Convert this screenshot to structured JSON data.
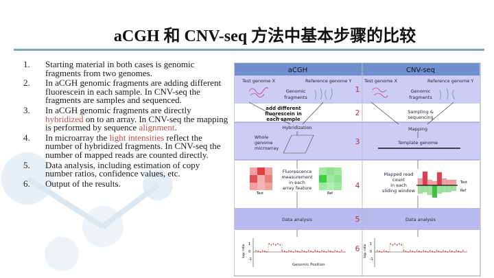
{
  "title": "aCGH 和 CNV-seq 方法中基本步骤的比较",
  "list": [
    {
      "num": "1.",
      "parts": [
        "Starting material in both cases is genomic fragments from two genomes."
      ]
    },
    {
      "num": "2.",
      "parts": [
        "In aCGH genomic fragments are adding different fluorescein in each sample. In CNV-seq the fragments are samples and sequenced."
      ]
    },
    {
      "num": "3.",
      "parts": [
        "In aCGH genomic fragments are directly ",
        "hybridized",
        " on to an array. In CNV-seq the mapping is performed by sequence ",
        "alignment",
        "."
      ]
    },
    {
      "num": "4.",
      "parts": [
        "In microarray the ",
        "light intensities",
        " reflect the number of hybridized fragments. In CNV-seq the number of mapped reads are counted directly."
      ]
    },
    {
      "num": "5.",
      "parts": [
        "Data analysis, including estimation of copy number ratios, confidence values, etc."
      ]
    },
    {
      "num": "6.",
      "parts": [
        "Output of the results."
      ]
    }
  ],
  "highlight_color": "#c0504d",
  "diagram": {
    "col_left": "aCGH",
    "col_right": "CNV-seq",
    "steps": [
      "1",
      "2",
      "3",
      "4",
      "5",
      "6"
    ],
    "test_genome": "Test genome X",
    "ref_genome": "Reference genome Y",
    "genomic_fragments": [
      "Genomic",
      "fragments"
    ],
    "add_fluor": [
      "add different",
      "fluorescein in",
      "each sample"
    ],
    "sampling": [
      "Sampling &",
      "sequencing"
    ],
    "hybridization": "Hybridization",
    "microarray": [
      "Whole",
      "genome",
      "microarray"
    ],
    "mapping": "Mapping",
    "template": "Template genome",
    "fluor_measure": [
      "Fluorescence",
      "measurement",
      "in each",
      "array feature"
    ],
    "test": "Test",
    "ref": "Ref",
    "mapped_read": [
      "Mapped read",
      "count",
      "in each",
      "sliding window"
    ],
    "data_analysis": "Data analysis",
    "ylabel": "log₂ ratio",
    "yticks": [
      "1",
      "0",
      "-1"
    ],
    "xlabel": "Genomic Position",
    "colors": {
      "header": "#6f8fcf",
      "band": "#ccccf5",
      "band5": "#b9b9f0",
      "step_num": "#b03050"
    }
  }
}
